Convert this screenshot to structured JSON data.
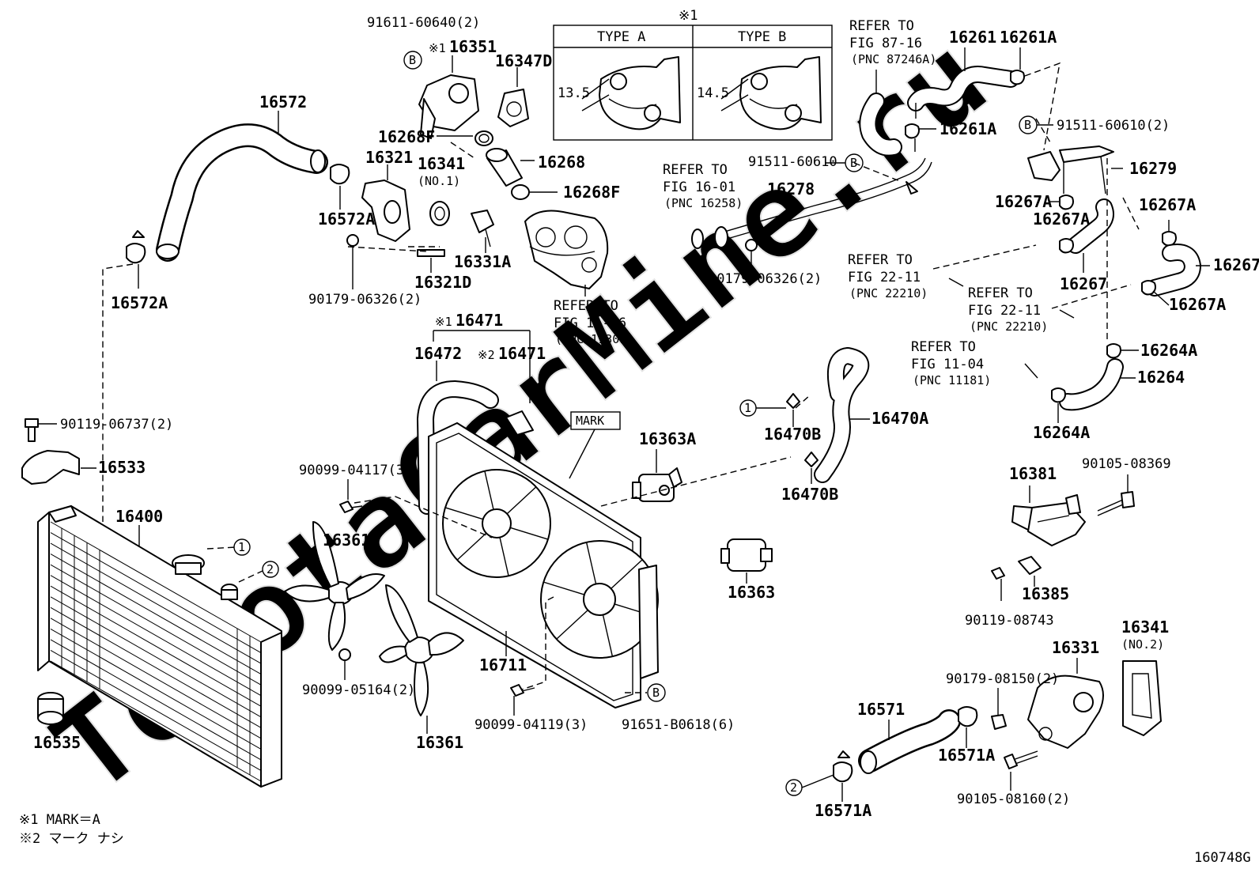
{
  "watermark": "ToyotaCarMine.ru",
  "figure_id": "160748G",
  "notes": {
    "n1": "※1  MARK＝A",
    "n2": "※2  マーク ナシ"
  },
  "mark_box": "MARK",
  "inset": {
    "ref": "※1",
    "type_a": "TYPE A",
    "type_b": "TYPE B",
    "dim_a": "13.5",
    "dim_b": "14.5"
  },
  "circle_markers": {
    "b": "B",
    "one": "1",
    "two": "2"
  },
  "labels": {
    "p91611": "91611-60640(2)",
    "p16351": "16351",
    "x16351": "※1",
    "p16347D": "16347D",
    "p16572": "16572",
    "p16268F_a": "16268F",
    "p16321": "16321",
    "p16341a": "16341",
    "no1": "(NO.1)",
    "p16268": "16268",
    "p16268F_b": "16268F",
    "p16572A_a": "16572A",
    "p16331A": "16331A",
    "p16321D": "16321D",
    "p90179_a": "90179-06326(2)",
    "p16572A_b": "16572A",
    "ref1106": "REFER TO",
    "ref1106b": "FIG 11-06",
    "ref1106c": "(PNC 11301)",
    "ref8716": "REFER TO",
    "ref8716b": "FIG 87-16",
    "ref8716c": "(PNC 87246A)",
    "p16261": "16261",
    "p16261A_a": "16261A",
    "p16261A_b": "16261A",
    "p91511_a": "91511-60610(2)",
    "p91511_b": "91511-60610",
    "ref1601": "REFER TO",
    "ref1601b": "FIG 16-01",
    "ref1601c": "(PNC 16258)",
    "p16278": "16278",
    "p16279": "16279",
    "p16267A_a": "16267A",
    "p16267A_b": "16267A",
    "p16267A_c": "16267A",
    "p16267A_d": "16267A",
    "p16267_a": "16267",
    "p16267_b": "16267",
    "ref2211a": "REFER TO",
    "ref2211ab": "FIG 22-11",
    "ref2211ac": "(PNC 22210)",
    "ref2211b": "REFER TO",
    "ref2211bb": "FIG 22-11",
    "ref2211bc": "(PNC 22210)",
    "p90179_b": "90179-06326(2)",
    "ref1104": "REFER TO",
    "ref1104b": "FIG 11-04",
    "ref1104c": "(PNC 11181)",
    "p16264A_a": "16264A",
    "p16264": "16264",
    "p16264A_b": "16264A",
    "x16471a": "※1",
    "p16471a": "16471",
    "p16472": "16472",
    "x16471b": "※2",
    "p16471b": "16471",
    "p16470B_a": "16470B",
    "p16470A": "16470A",
    "p16470B_b": "16470B",
    "p90119_a": "90119-06737(2)",
    "p16533": "16533",
    "p16400": "16400",
    "p90099_a": "90099-04117(3)",
    "p16363A": "16363A",
    "p16361B": "16361B",
    "p16363": "16363",
    "p16381": "16381",
    "p90105_a": "90105-08369",
    "p16385": "16385",
    "p90119_b": "90119-08743",
    "p16341b": "16341",
    "no2": "(NO.2)",
    "p16331": "16331",
    "p90179_c": "90179-08150(2)",
    "p16711": "16711",
    "p90099_b": "90099-05164(2)",
    "p16571": "16571",
    "p16571A_a": "16571A",
    "p16571A_b": "16571A",
    "p90099_c": "90099-04119(3)",
    "p91651": "91651-B0618(6)",
    "p16361": "16361",
    "p16535": "16535",
    "p90105_b": "90105-08160(2)"
  }
}
